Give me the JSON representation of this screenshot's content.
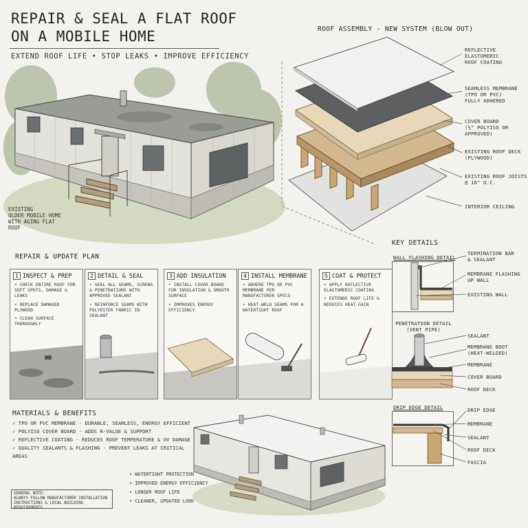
{
  "header": {
    "title_line1": "REPAIR & SEAL A FLAT ROOF",
    "title_line2": "ON A MOBILE HOME",
    "subtitle": "EXTEND ROOF LIFE • STOP LEAKS • IMPROVE EFFICIENCY"
  },
  "existing_label": [
    "EXISTING",
    "OLDER MOBILE HOME",
    "WITH AGING FLAT ROOF"
  ],
  "assembly": {
    "title": "ROOF ASSEMBLY - NEW SYSTEM (BLOW OUT)",
    "layers": [
      {
        "label": [
          "REFLECTIVE",
          "ELASTOMERIC",
          "ROOF COATING"
        ]
      },
      {
        "label": [
          "SEAMLESS MEMBRANE",
          "(TPO OR PVC)",
          "FULLY ADHERED"
        ]
      },
      {
        "label": [
          "COVER BOARD",
          "(½\" POLYISO OR",
          "APPROVED)"
        ]
      },
      {
        "label": [
          "EXISTING ROOF DECK",
          "(PLYWOOD)"
        ]
      },
      {
        "label": [
          "EXISTING ROOF JOISTS",
          "@ 16\" O.C."
        ]
      },
      {
        "label": [
          "INTERIOR CEILING"
        ]
      }
    ],
    "colors": {
      "coating": "#f1f1f0",
      "membrane": "#5d5f61",
      "cover_board": "#e6d8b8",
      "deck": "#d2b88e",
      "joists": "#c9a775",
      "ceiling": "#e2e2e0"
    }
  },
  "plan": {
    "title": "REPAIR & UPDATE PLAN",
    "steps": [
      {
        "num": "1",
        "title": "INSPECT & PREP",
        "items": [
          "CHECK ENTIRE ROOF FOR SOFT SPOTS, DAMAGE & LEAKS",
          "REPLACE DAMAGED PLYWOOD",
          "CLEAN SURFACE THOROUGHLY"
        ]
      },
      {
        "num": "2",
        "title": "DETAIL & SEAL",
        "items": [
          "SEAL ALL SEAMS, SCREWS & PENETRATIONS WITH APPROVED SEALANT",
          "REINFORCE SEAMS WITH POLYESTER FABRIC IN SEALANT"
        ]
      },
      {
        "num": "3",
        "title": "ADD INSULATION",
        "items": [
          "INSTALL COVER BOARD FOR INSULATION & SMOOTH SURFACE",
          "IMPROVES ENERGY EFFICIENCY"
        ]
      },
      {
        "num": "4",
        "title": "INSTALL MEMBRANE",
        "items": [
          "ADHERE TPO OR PVC MEMBRANE PER MANUFACTURER SPECS",
          "HEAT-WELD SEAMS FOR A WATERTIGHT ROOF"
        ]
      },
      {
        "num": "5",
        "title": "COAT & PROTECT",
        "items": [
          "APPLY REFLECTIVE ELASTOMERIC COATING",
          "EXTENDS ROOF LIFE & REDUCES HEAT GAIN"
        ]
      }
    ]
  },
  "key_details": {
    "title": "KEY DETAILS",
    "wall": {
      "title": "WALL FLASHING DETAIL",
      "labels": [
        [
          "TERMINATION BAR",
          "& SEALANT"
        ],
        [
          "MEMBRANE FLASHING",
          "UP WALL"
        ],
        [
          "EXISTING WALL"
        ]
      ]
    },
    "penetration": {
      "title": "PENETRATION DETAIL",
      "subtitle": "(VENT PIPE)",
      "labels": [
        [
          "SEALANT"
        ],
        [
          "MEMBRANE BOOT",
          "(HEAT-WELDED)"
        ],
        [
          "MEMBRANE"
        ],
        [
          "COVER BOARD"
        ],
        [
          "ROOF DECK"
        ]
      ]
    },
    "drip": {
      "title": "DRIP EDGE DETAIL",
      "labels": [
        [
          "DRIP EDGE"
        ],
        [
          "MEMBRANE"
        ],
        [
          "SEALANT"
        ],
        [
          "ROOF DECK"
        ],
        [
          "FASCIA"
        ]
      ]
    }
  },
  "materials": {
    "title": "MATERIALS & BENEFITS",
    "items": [
      "TPO OR PVC MEMBRANE - DURABLE, SEAMLESS, ENERGY EFFICIENT",
      "POLYISO COVER BOARD - ADDS R-VALUE & SUPPORT",
      "REFLECTIVE COATING - REDUCES ROOF TEMPERATURE & UV DAMAGE",
      "QUALITY SEALANTS & FLASHING - PREVENT LEAKS AT CRITICAL AREAS"
    ]
  },
  "benefits": [
    "WATERTIGHT PROTECTION",
    "IMPROVED ENERGY EFFICIENCY",
    "LONGER ROOF LIFE",
    "CLEANER, UPDATED LOOK"
  ],
  "note": {
    "title": "GENERAL NOTE:",
    "lines": [
      "ALWAYS FOLLOW MANUFACTURER INSTALLATION",
      "INSTRUCTIONS & LOCAL BUILDING REQUIREMENTS."
    ]
  }
}
